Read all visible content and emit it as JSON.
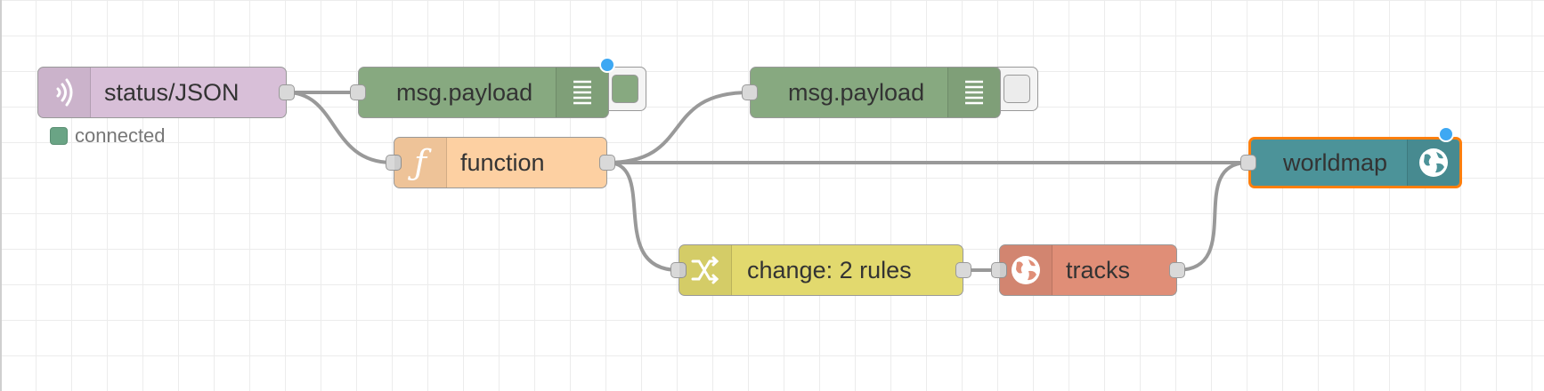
{
  "colors": {
    "mqtt_node": "#d8bfd8",
    "debug_node": "#87a980",
    "function_node": "#fdd0a2",
    "change_node": "#e2d96e",
    "tracks_node": "#e08e77",
    "worldmap_node": "#4c9399",
    "selected_border": "#ff7f0e",
    "changed_dot": "#3ea8f3",
    "status_green": "#6aa485",
    "wire": "#999999"
  },
  "nodes": {
    "mqtt_in": {
      "label": "status/JSON",
      "icon": "mqtt-signal-icon",
      "status": "connected"
    },
    "debug_1": {
      "label": "msg.payload",
      "icon": "debug-list-icon"
    },
    "debug_2": {
      "label": "msg.payload",
      "icon": "debug-list-icon"
    },
    "function": {
      "label": "function",
      "icon": "function-icon"
    },
    "change": {
      "label": "change: 2 rules",
      "icon": "shuffle-icon"
    },
    "tracks": {
      "label": "tracks",
      "icon": "globe-icon"
    },
    "worldmap": {
      "label": "worldmap",
      "icon": "globe-icon"
    }
  }
}
